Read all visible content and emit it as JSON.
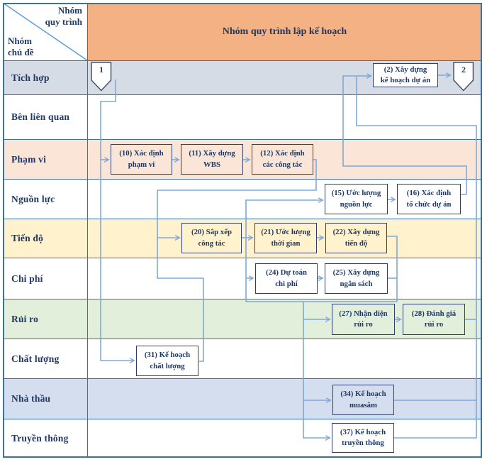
{
  "header": {
    "label": "Nhóm quy trình lập kế hoạch"
  },
  "corner": {
    "group_lines": [
      "Nhóm",
      "quy trình"
    ],
    "topic_lines": [
      "Nhóm",
      "chủ đề"
    ]
  },
  "rows": [
    {
      "label": "Tích hợp",
      "tint": "#D6DCE5"
    },
    {
      "label": "Bên liên quan",
      "tint": "#FFFFFF"
    },
    {
      "label": "Phạm vi",
      "tint": "#FBE5D6"
    },
    {
      "label": "Nguồn lực",
      "tint": "#FFFFFF"
    },
    {
      "label": "Tiến độ",
      "tint": "#FFF2CC"
    },
    {
      "label": "Chi phí",
      "tint": "#FFFFFF"
    },
    {
      "label": "Rủi ro",
      "tint": "#E2EFDA"
    },
    {
      "label": "Chất lượng",
      "tint": "#FFFFFF"
    },
    {
      "label": "Nhà thầu",
      "tint": "#D5DEEF"
    },
    {
      "label": "Truyền thông",
      "tint": "#FFFFFF"
    }
  ],
  "nodes": {
    "start": "1",
    "end": "2"
  },
  "boxes": {
    "b2": {
      "lines": [
        "(2) Xây dựng",
        "kế hoạch dự án"
      ],
      "fill": "#FFFFFF"
    },
    "b10": {
      "lines": [
        "(10) Xác định",
        "phạm vi"
      ],
      "fill": "#FBE5D6"
    },
    "b11": {
      "lines": [
        "(11) Xây dựng",
        "WBS"
      ],
      "fill": "#FBE5D6"
    },
    "b12": {
      "lines": [
        "(12) Xác định",
        "các công tác"
      ],
      "fill": "#FBE5D6"
    },
    "b15": {
      "lines": [
        "(15) Ước lượng",
        "nguồn lực"
      ],
      "fill": "#FFFFFF"
    },
    "b16": {
      "lines": [
        "(16) Xác định",
        "tổ chức dự án"
      ],
      "fill": "#FFFFFF"
    },
    "b20": {
      "lines": [
        "(20) Sắp xếp",
        "công tác"
      ],
      "fill": "#FFF2CC"
    },
    "b21": {
      "lines": [
        "(21) Ước lượng",
        "thời gian"
      ],
      "fill": "#FFF2CC"
    },
    "b22": {
      "lines": [
        "(22) Xây dựng",
        "tiến độ"
      ],
      "fill": "#FFF2CC"
    },
    "b24": {
      "lines": [
        "(24) Dự toán",
        "chi phí"
      ],
      "fill": "#FFFFFF"
    },
    "b25": {
      "lines": [
        "(25) Xây dựng",
        "ngân sách"
      ],
      "fill": "#FFFFFF"
    },
    "b27": {
      "lines": [
        "(27) Nhận diện",
        "rủi ro"
      ],
      "fill": "#E2EFDA"
    },
    "b28": {
      "lines": [
        "(28) Đánh giá",
        "rủi ro"
      ],
      "fill": "#E2EFDA"
    },
    "b31": {
      "lines": [
        "(31) Kế hoạch",
        "chất lượng"
      ],
      "fill": "#FFFFFF"
    },
    "b34": {
      "lines": [
        "(34) Kế hoạch",
        "muasắm"
      ],
      "fill": "#D5DEEF"
    },
    "b37": {
      "lines": [
        "(37) Kế hoạch",
        "truyền thông"
      ],
      "fill": "#FFFFFF"
    }
  },
  "colors": {
    "grid": "#2E75B6",
    "connector": "#7FA8D8",
    "box_border": "#2F3E6E",
    "text": "#1F3864",
    "header_fill": "#F4B183",
    "diagonal": "#5B9BD5"
  }
}
